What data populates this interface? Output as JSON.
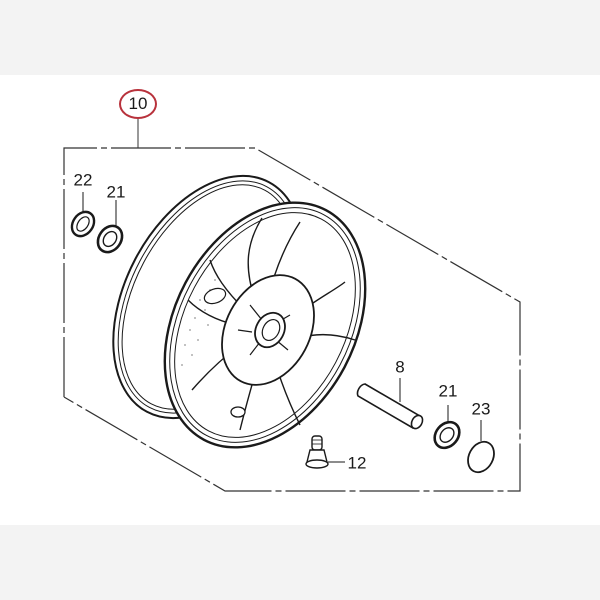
{
  "diagram": {
    "type": "exploded-parts-diagram",
    "subject": "front wheel assembly",
    "assembly_label": {
      "number": "10",
      "circled": true,
      "circle_color": "#b8323c"
    },
    "parts": [
      {
        "id": "part-22",
        "number": "22",
        "name": "dust seal"
      },
      {
        "id": "part-21-left",
        "number": "21",
        "name": "bearing"
      },
      {
        "id": "part-8",
        "number": "8",
        "name": "axle collar"
      },
      {
        "id": "part-21-right",
        "number": "21",
        "name": "bearing"
      },
      {
        "id": "part-23",
        "number": "23",
        "name": "o-ring"
      },
      {
        "id": "part-12",
        "number": "12",
        "name": "tire valve"
      }
    ],
    "colors": {
      "page_background": "#f3f3f3",
      "canvas_background": "#ffffff",
      "line": "#1a1a1a",
      "dashed_outline": "#333333",
      "assembly_circle": "#b8323c"
    }
  }
}
